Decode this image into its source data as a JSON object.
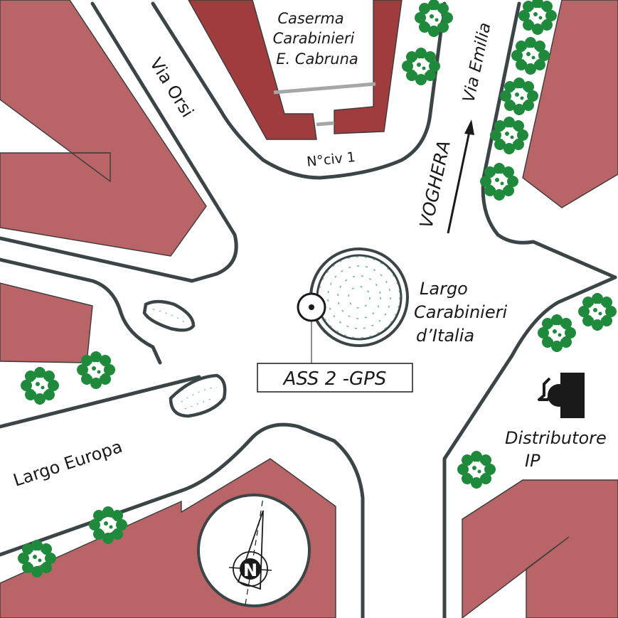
{
  "labels": {
    "barracks": [
      "Caserma",
      "Carabinieri",
      "E. Cabruna"
    ],
    "street_orsi": "Via Orsi",
    "street_emilia": "Via Emilia",
    "civic_number": "N°civ 1",
    "direction": "VOGHERA",
    "square": [
      "Largo",
      "Carabinieri",
      "d’Italia"
    ],
    "gps_point": "ASS 2 -GPS",
    "square_europa": "Largo Europa",
    "gas_station": [
      "Distributore",
      "IP"
    ],
    "north": "N"
  },
  "icons": {
    "tree": "tree-icon",
    "gas_pump": "gas-pump-icon",
    "compass": "compass-rose-icon",
    "gps_marker": "gps-point-icon",
    "direction_arrow": "arrow-north-icon"
  },
  "colors": {
    "building_light": "#b96467",
    "building_dark": "#a03c3e",
    "road_edge": "#3b4547",
    "tree": "#1f8a3c",
    "grass_texture": "#6fae9a"
  }
}
